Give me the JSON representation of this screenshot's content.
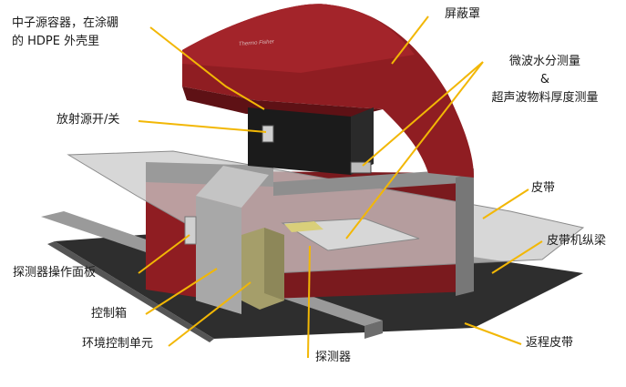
{
  "labels": {
    "neutron_source_l1": "中子源容器，在涂硼",
    "neutron_source_l2": "的 HDPE 外壳里",
    "shield": "屏蔽罩",
    "microwave_l1": "微波水分测量",
    "microwave_l2": "&",
    "microwave_l3": "超声波物料厚度测量",
    "source_switch": "放射源开/关",
    "belt": "皮带",
    "belt_beam": "皮带机纵梁",
    "detector_panel": "探测器操作面板",
    "control_box": "控制箱",
    "env_control": "环境控制单元",
    "detector": "探测器",
    "return_belt": "返程皮带"
  },
  "hood_text": "Thermo Fisher",
  "colors": {
    "callout_line": "#f2b705",
    "shield_red": "#8f1d22",
    "frame_grey": "#8e8e8e",
    "belt_grey": "#b9b9b9",
    "cabinet_green": "#a59e6a"
  }
}
